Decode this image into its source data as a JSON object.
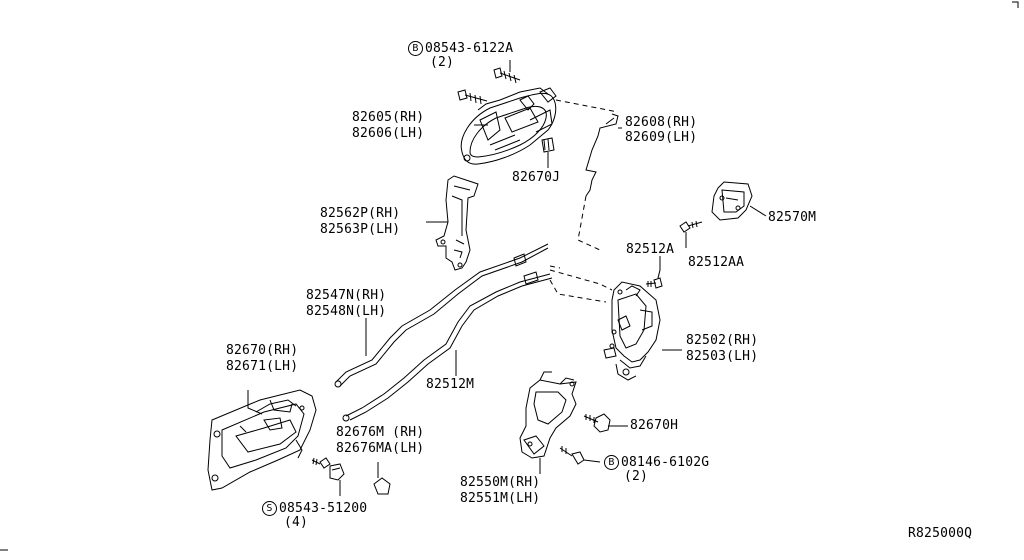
{
  "diagram_code": "R825000Q",
  "labels": {
    "bolt_top": {
      "symbol": "B",
      "part": "08543-6122A",
      "qty": "(2)"
    },
    "handle_outer_rh": "82605(RH)",
    "handle_outer_lh": "82606(LH)",
    "rod_rh": "82608(RH)",
    "rod_lh": "82609(LH)",
    "clip": "82670J",
    "bracket_rh": "82562P(RH)",
    "bracket_lh": "82563P(LH)",
    "striker": "82570M",
    "screw_a": "82512A",
    "screw_aa": "82512AA",
    "cable_rh": "82547N(RH)",
    "cable_lh": "82548N(LH)",
    "cable_m": "82512M",
    "lock_rh": "82502(RH)",
    "lock_lh": "82503(LH)",
    "handle_inner_rh": "82670(RH)",
    "handle_inner_lh": "82671(LH)",
    "actuator_screw": "82670H",
    "clip_m_rh": "82676M (RH)",
    "clip_m_lh": "82676MA(LH)",
    "bolt_bottom": {
      "symbol": "B",
      "part": "08146-6102G",
      "qty": "(2)"
    },
    "actuator_rh": "82550M(RH)",
    "actuator_lh": "82551M(LH)",
    "screw_bottom": {
      "symbol": "S",
      "part": "08543-51200",
      "qty": "(4)"
    }
  }
}
